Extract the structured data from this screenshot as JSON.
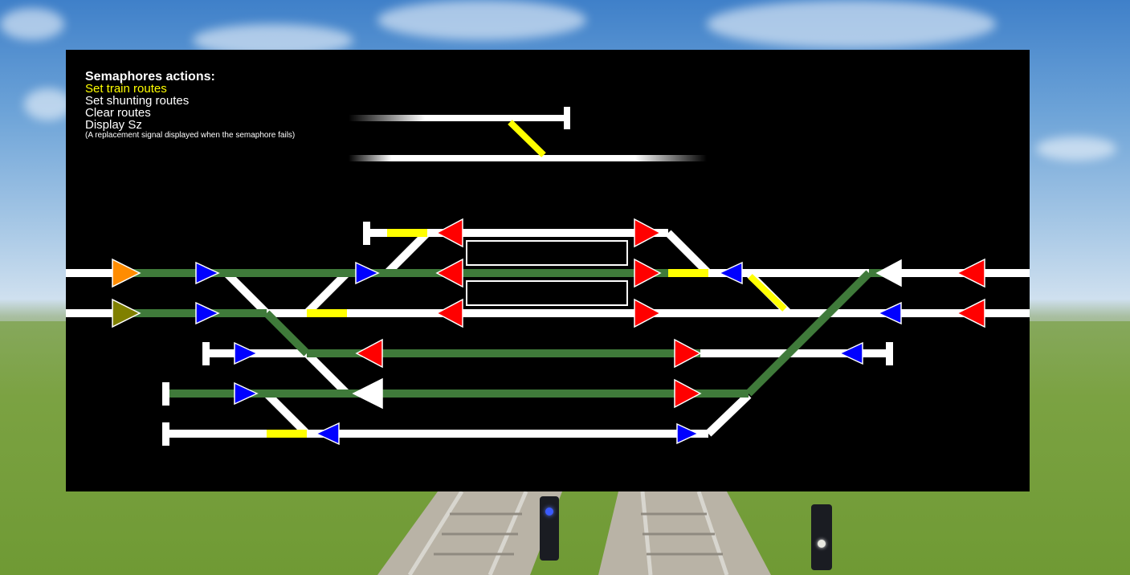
{
  "legend": {
    "title": "Semaphores actions:",
    "set_train_routes": "Set train routes",
    "set_shunting_routes": "Set shunting routes",
    "clear_routes": "Clear routes",
    "display_sz": "Display Sz",
    "sz_note": "(A replacement signal displayed when the semaphore fails)"
  },
  "colors": {
    "panel_bg": "#000000",
    "track_free": "#ffffff",
    "route_set": "#3f7a3a",
    "switch_active": "#ffff00",
    "signal_stop": "#ff0000",
    "signal_shunt": "#0000ff",
    "signal_orange": "#ff8c00",
    "signal_olive": "#808000",
    "signal_white": "#ffffff"
  }
}
